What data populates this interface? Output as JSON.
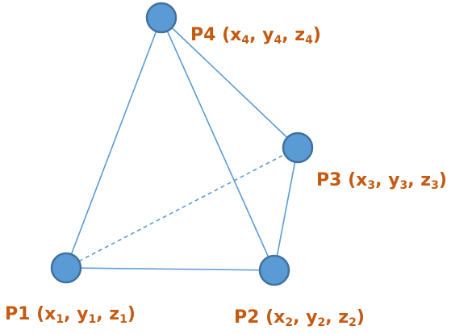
{
  "colors": {
    "edge": "#5b9bd5",
    "vertex_fill": "#5b9bd5",
    "vertex_stroke": "#41719c",
    "label": "#c55a11"
  },
  "points": {
    "p1": {
      "name": "P1",
      "x": "x",
      "y": "y",
      "z": "z",
      "sub": "1"
    },
    "p2": {
      "name": "P2",
      "x": "x",
      "y": "y",
      "z": "z",
      "sub": "2"
    },
    "p3": {
      "name": "P3",
      "x": "x",
      "y": "y",
      "z": "z",
      "sub": "3"
    },
    "p4": {
      "name": "P4",
      "x": "x",
      "y": "y",
      "z": "z",
      "sub": "4"
    }
  },
  "edges": [
    {
      "from": "p1",
      "to": "p2",
      "style": "solid"
    },
    {
      "from": "p1",
      "to": "p4",
      "style": "solid"
    },
    {
      "from": "p2",
      "to": "p4",
      "style": "solid"
    },
    {
      "from": "p3",
      "to": "p4",
      "style": "solid"
    },
    {
      "from": "p2",
      "to": "p3",
      "style": "solid"
    },
    {
      "from": "p1",
      "to": "p3",
      "style": "dashed"
    }
  ]
}
